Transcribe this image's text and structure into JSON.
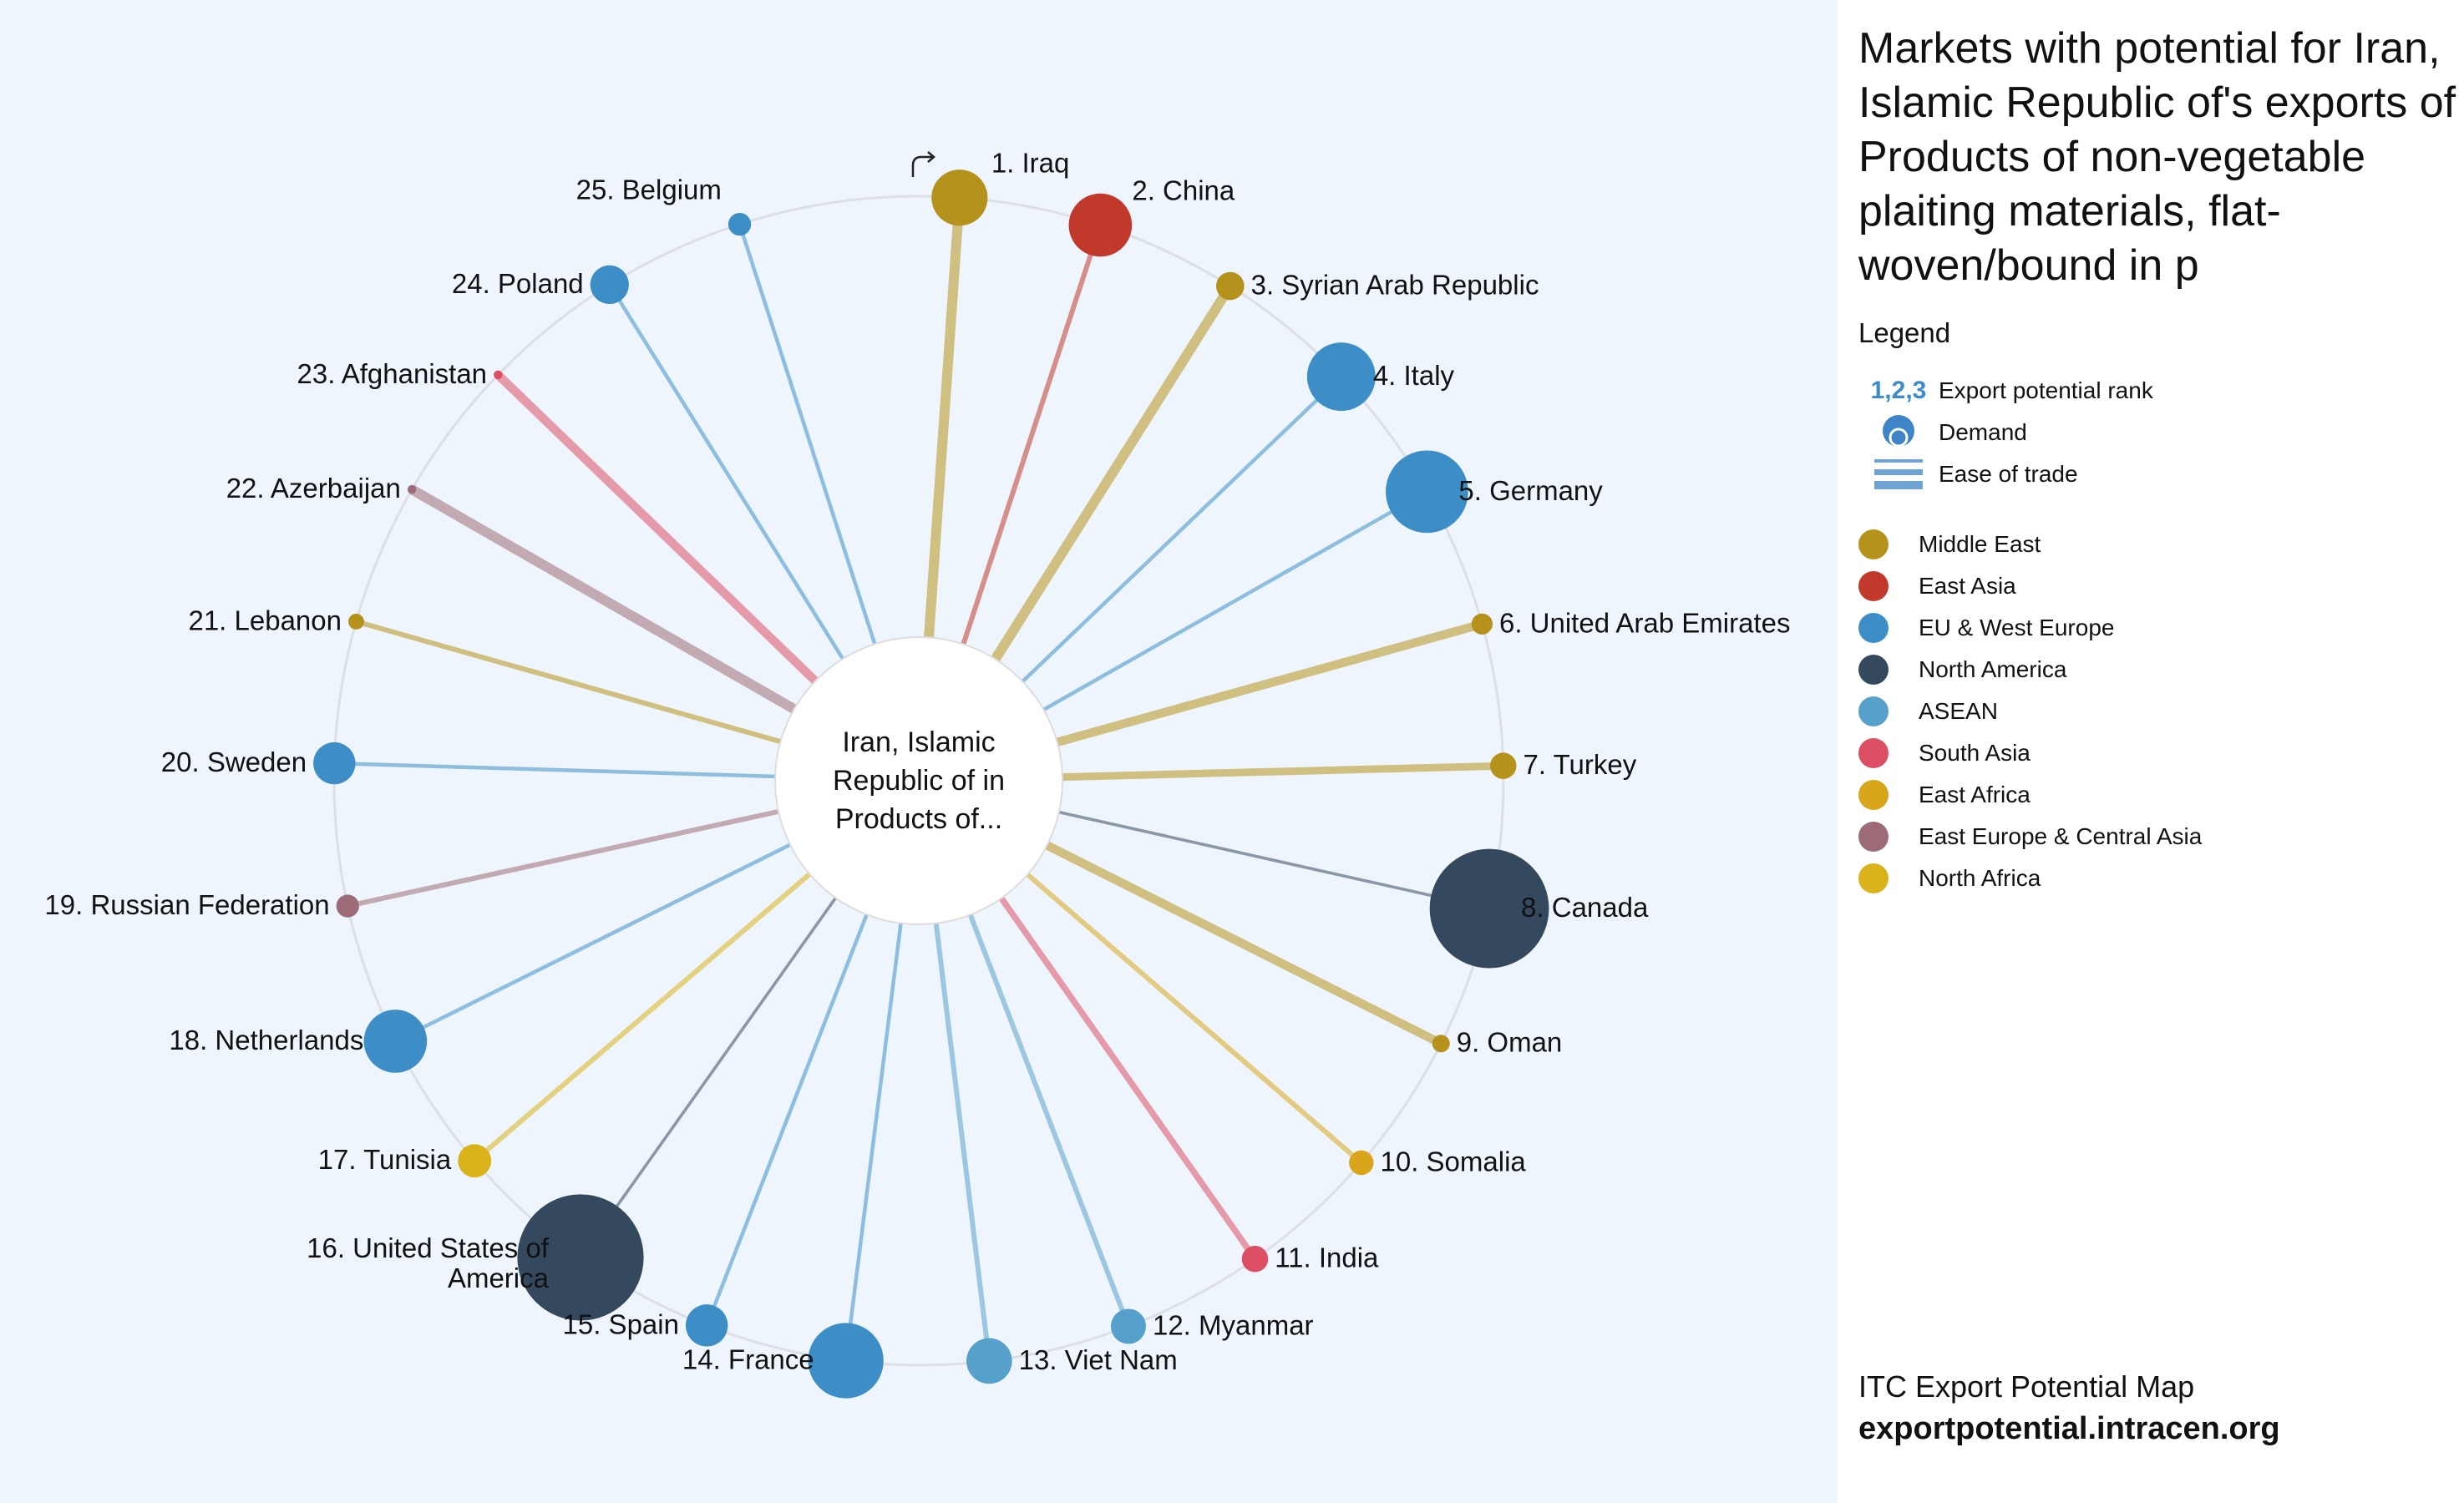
{
  "title": "Markets with potential for Iran, Islamic Republic of's exports of Products of non-vegetable plaiting materials, flat-woven/bound in p",
  "center_label": [
    "Iran, Islamic",
    "Republic of in",
    "Products of..."
  ],
  "legend": {
    "title": "Legend",
    "rank_symbol": "1,2,3",
    "rank_label": "Export potential rank",
    "demand_label": "Demand",
    "ease_label": "Ease of trade",
    "regions": [
      {
        "name": "Middle East",
        "color": "#b5921b"
      },
      {
        "name": "East Asia",
        "color": "#c0392b"
      },
      {
        "name": "EU & West Europe",
        "color": "#3d8ec6"
      },
      {
        "name": "North America",
        "color": "#34495e"
      },
      {
        "name": "ASEAN",
        "color": "#55a1cb"
      },
      {
        "name": "South Asia",
        "color": "#dc4e64"
      },
      {
        "name": "East Africa",
        "color": "#d9a51b"
      },
      {
        "name": "East Europe & Central Asia",
        "color": "#9c6b77"
      },
      {
        "name": "North Africa",
        "color": "#dab31a"
      }
    ]
  },
  "footer": {
    "line1": "ITC Export Potential Map",
    "line2": "exportpotential.intracen.org"
  },
  "chart_data": {
    "type": "radial",
    "title": "Markets with potential for Iran, Islamic Republic of's exports of Products of non-vegetable plaiting materials, flat-woven/bound in p",
    "encoding": {
      "rank": "Export potential rank",
      "bubble_size": "Demand (relative)",
      "line_width": "Ease of trade (relative)",
      "color": "Region"
    },
    "markets": [
      {
        "rank": 1,
        "label": "1. Iraq",
        "region": "Middle East",
        "demand": 3.2,
        "ease": 4
      },
      {
        "rank": 2,
        "label": "2. China",
        "region": "East Asia",
        "demand": 3.6,
        "ease": 2
      },
      {
        "rank": 3,
        "label": "3. Syrian Arab Republic",
        "region": "Middle East",
        "demand": 1.6,
        "ease": 4
      },
      {
        "rank": 4,
        "label": "4. Italy",
        "region": "EU & West Europe",
        "demand": 3.9,
        "ease": 1.5
      },
      {
        "rank": 5,
        "label": "5. Germany",
        "region": "EU & West Europe",
        "demand": 4.7,
        "ease": 1.5
      },
      {
        "rank": 6,
        "label": "6. United Arab Emirates",
        "region": "Middle East",
        "demand": 1.2,
        "ease": 3.5
      },
      {
        "rank": 7,
        "label": "7. Turkey",
        "region": "Middle East",
        "demand": 1.5,
        "ease": 3
      },
      {
        "rank": 8,
        "label": "8. Canada",
        "region": "North America",
        "demand": 6.8,
        "ease": 1.2
      },
      {
        "rank": 9,
        "label": "9. Oman",
        "region": "Middle East",
        "demand": 1.0,
        "ease": 3.5
      },
      {
        "rank": 10,
        "label": "10. Somalia",
        "region": "East Africa",
        "demand": 1.4,
        "ease": 2
      },
      {
        "rank": 11,
        "label": "11. India",
        "region": "South Asia",
        "demand": 1.5,
        "ease": 2.5
      },
      {
        "rank": 12,
        "label": "12. Myanmar",
        "region": "ASEAN",
        "demand": 2.0,
        "ease": 2
      },
      {
        "rank": 13,
        "label": "13. Viet Nam",
        "region": "ASEAN",
        "demand": 2.6,
        "ease": 2
      },
      {
        "rank": 14,
        "label": "14. France",
        "region": "EU & West Europe",
        "demand": 4.3,
        "ease": 1.5
      },
      {
        "rank": 15,
        "label": "15. Spain",
        "region": "EU & West Europe",
        "demand": 2.4,
        "ease": 1.5
      },
      {
        "rank": 16,
        "label": "16. United States of America",
        "region": "North America",
        "demand": 7.2,
        "ease": 1.2
      },
      {
        "rank": 17,
        "label": "17. Tunisia",
        "region": "North Africa",
        "demand": 1.9,
        "ease": 2
      },
      {
        "rank": 18,
        "label": "18. Netherlands",
        "region": "EU & West Europe",
        "demand": 3.6,
        "ease": 1.5
      },
      {
        "rank": 19,
        "label": "19. Russian Federation",
        "region": "East Europe & Central Asia",
        "demand": 1.3,
        "ease": 2
      },
      {
        "rank": 20,
        "label": "20. Sweden",
        "region": "EU & West Europe",
        "demand": 2.4,
        "ease": 1.5
      },
      {
        "rank": 21,
        "label": "21. Lebanon",
        "region": "Middle East",
        "demand": 0.9,
        "ease": 2
      },
      {
        "rank": 22,
        "label": "22. Azerbaijan",
        "region": "East Europe & Central Asia",
        "demand": 0.5,
        "ease": 4
      },
      {
        "rank": 23,
        "label": "23. Afghanistan",
        "region": "South Asia",
        "demand": 0.5,
        "ease": 3.5
      },
      {
        "rank": 24,
        "label": "24. Poland",
        "region": "EU & West Europe",
        "demand": 2.2,
        "ease": 1.5
      },
      {
        "rank": 25,
        "label": "25. Belgium",
        "region": "EU & West Europe",
        "demand": 1.3,
        "ease": 1.5
      }
    ]
  }
}
